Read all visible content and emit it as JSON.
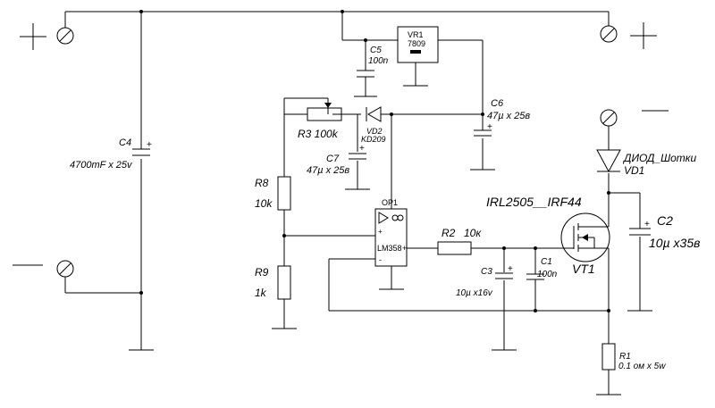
{
  "components": {
    "c4": {
      "ref": "C4",
      "value": "4700mF x 25v",
      "plus": "+"
    },
    "c5": {
      "ref": "C5",
      "value": "100n"
    },
    "vr1": {
      "ref": "VR1",
      "value": "7809"
    },
    "c6": {
      "ref": "C6",
      "value": "47µ x 25в",
      "plus": "+"
    },
    "r3": {
      "ref": "R3 100k"
    },
    "vd2": {
      "ref": "VD2",
      "value": "KD209"
    },
    "c7": {
      "ref": "C7",
      "value": "47µ x 25в",
      "plus": "+"
    },
    "r8": {
      "ref": "R8",
      "value": "10k"
    },
    "r9": {
      "ref": "R9",
      "value": "1k"
    },
    "op1": {
      "ref": "OP1",
      "value": "LM358",
      "in_plus": "+",
      "in_minus": "-",
      "out_plus": "+"
    },
    "r2": {
      "ref": "R2",
      "value": "10к"
    },
    "c3": {
      "ref": "C3",
      "value": "10µ x16v",
      "plus": "+"
    },
    "c1": {
      "ref": "C1",
      "value": "100n"
    },
    "vt1": {
      "ref": "VT1",
      "part": "IRL2505__IRF44"
    },
    "vd1": {
      "ref": "VD1",
      "value": "ДИОД_Шотки"
    },
    "c2": {
      "ref": "C2",
      "value": "10µ x35в",
      "plus": "+"
    },
    "r1": {
      "ref": "R1",
      "value": "0.1 ом x 5w"
    }
  }
}
